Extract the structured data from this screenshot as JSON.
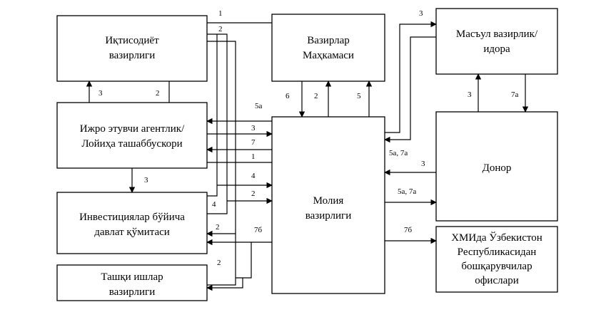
{
  "boxes": {
    "economy_ministry": [
      "Иқтисодиёт",
      "вазирлиги"
    ],
    "cabinet": [
      "Вазирлар",
      "Маҳкамаси"
    ],
    "responsible_ministry": [
      "Масъул вазирлик/",
      "идора"
    ],
    "agency": [
      "Ижро этувчи агентлик/",
      "Лойиҳа ташаббускори"
    ],
    "finance_ministry": [
      "Молия",
      "вазирлиги"
    ],
    "donor": [
      "Донор"
    ],
    "investment_committee": [
      "Инвестициялар бўйича",
      "давлат қўмитаси"
    ],
    "foreign_affairs": [
      "Ташқи ишлар",
      "вазирлиги"
    ],
    "ifi_offices": [
      "ХМИда Ўзбекистон",
      "Республикасидан",
      "бошқарувчилар",
      "офислари"
    ]
  },
  "labels": {
    "l1_top": "1",
    "l2_top": "2",
    "l3_resp": "3",
    "l3_econ": "3",
    "l2_econ": "2",
    "l6": "6",
    "l2_cab": "2",
    "l5_cab": "5",
    "l3_resp_donor": "3",
    "l7a_resp_donor": "7а",
    "l5a": "5а",
    "l3_ag": "3",
    "l7_ag": "7",
    "l1_ag": "1",
    "l3_agency_down": "3",
    "l4_inv": "4",
    "l4_fin": "4",
    "l2_fin": "2",
    "l2_inv": "2",
    "l7b_inv": "7б",
    "l2_fa": "2",
    "l5a7a_fin_resp": "5а, 7а",
    "l3_donor_fin": "3",
    "l5a7a_fin_donor": "5а, 7а",
    "l7b_ifi": "7б"
  }
}
